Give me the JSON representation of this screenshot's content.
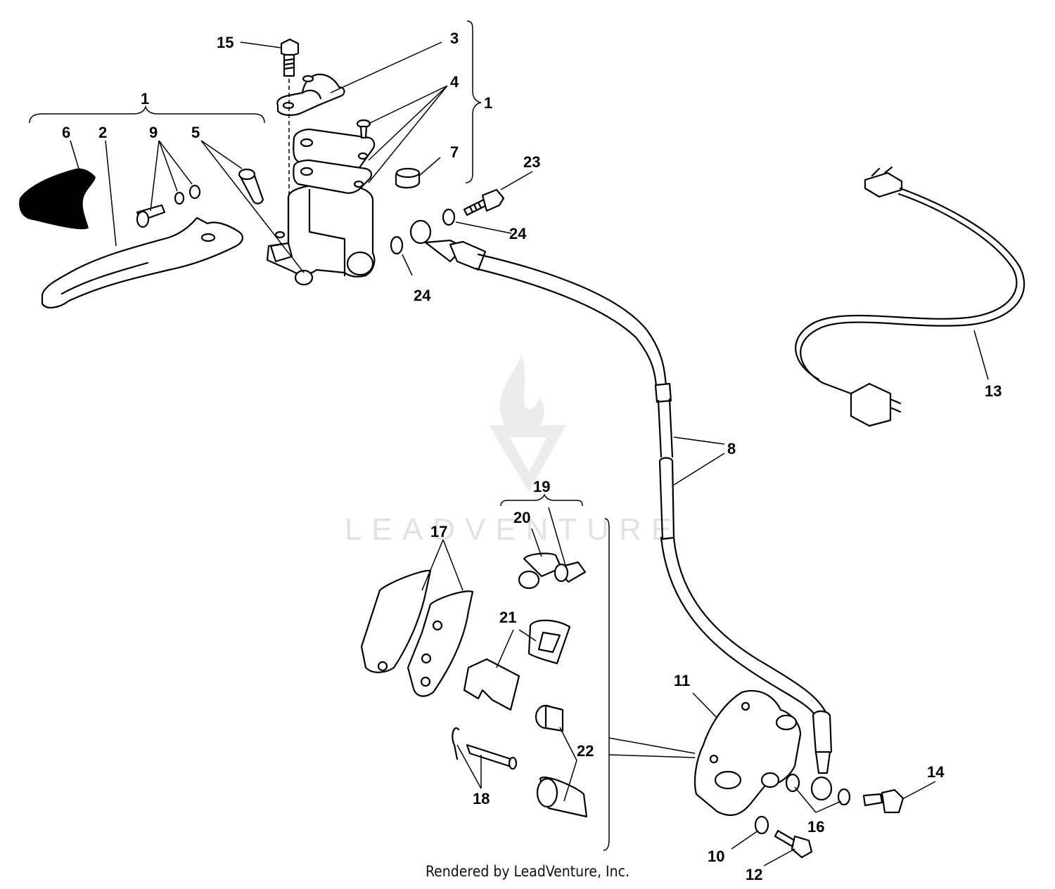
{
  "watermark": {
    "text": "LEADVENTURE"
  },
  "footer": {
    "text": "Rendered by LeadVenture, Inc."
  },
  "labels": {
    "l1a": "1",
    "l1b": "1",
    "l2": "2",
    "l3": "3",
    "l4": "4",
    "l5": "5",
    "l6": "6",
    "l7": "7",
    "l8": "8",
    "l9": "9",
    "l10": "10",
    "l11": "11",
    "l12": "12",
    "l13": "13",
    "l14": "14",
    "l15": "15",
    "l16": "16",
    "l17": "17",
    "l18": "18",
    "l19": "19",
    "l20": "20",
    "l21": "21",
    "l22": "22",
    "l23": "23",
    "l24a": "24",
    "l24b": "24"
  }
}
